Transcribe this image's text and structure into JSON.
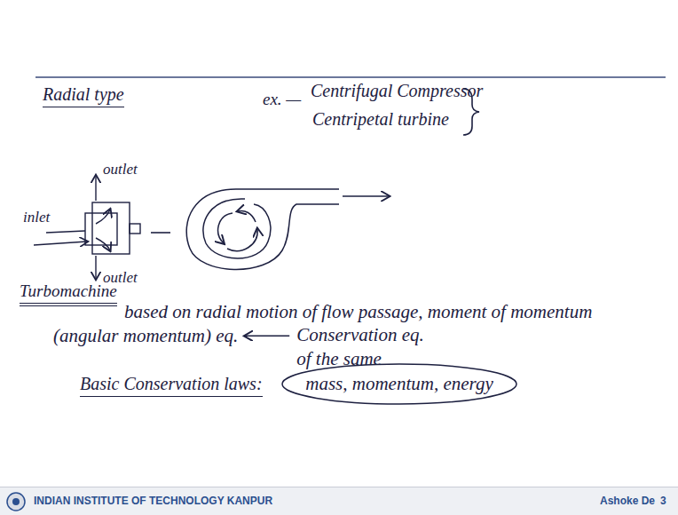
{
  "diagram": {
    "nodes": [
      {
        "text": [
          "mass, momentum, energy"
        ]
      }
    ],
    "labels": [
      "Radial type",
      "ex. —",
      "Centrifugal Compressor",
      "Centripetal turbine",
      "inlet",
      "outlet",
      "outlet",
      "Turbomachine",
      "based on radial motion of flow passage, moment of momentum (angular momentum) eq.",
      "Conservation eq. of the same",
      "Basic Conservation laws:",
      "INDIAN INSTITUTE OF TECHNOLOGY KANPUR",
      "Ashoke De",
      "3"
    ]
  }
}
